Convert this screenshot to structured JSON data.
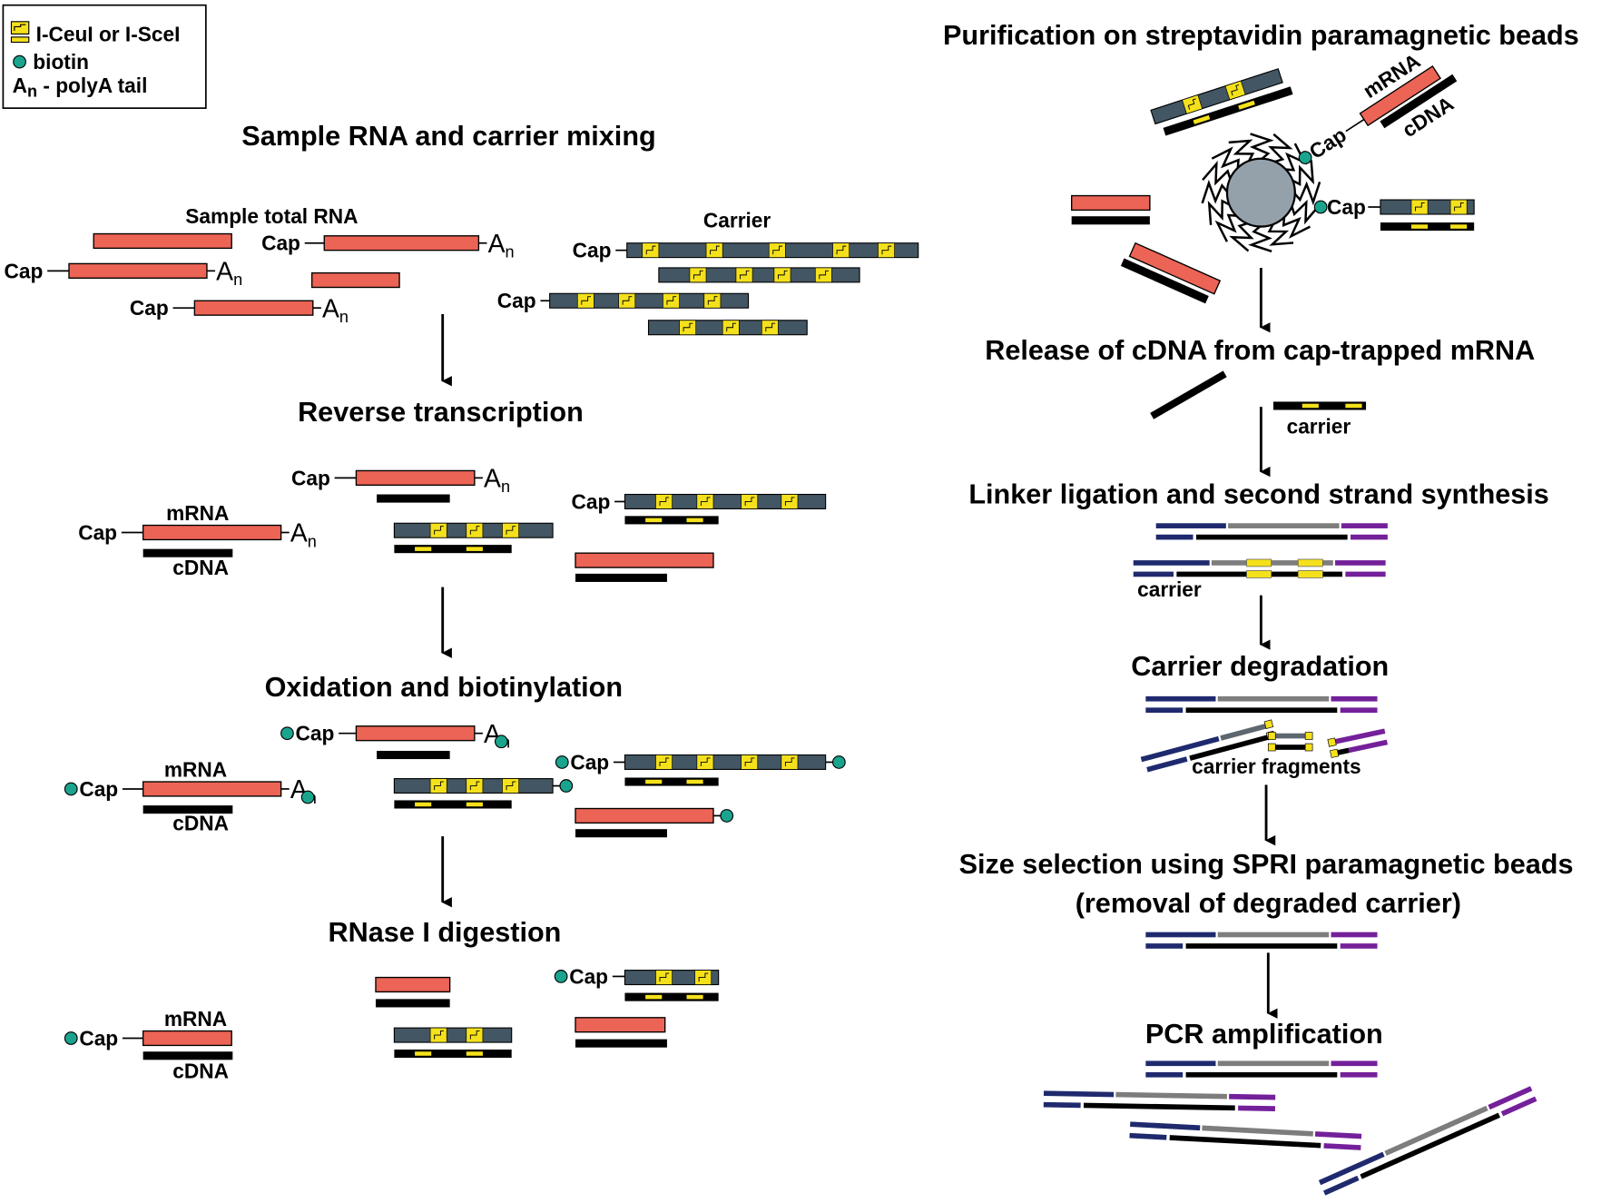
{
  "legend": {
    "enzyme": "I-CeuI or I-SceI",
    "biotin": "biotin",
    "polyA_main": "A",
    "polyA_sub": "n",
    "polyA_desc": " - polyA tail"
  },
  "colors": {
    "rna": "#ec6455",
    "dna": "#000000",
    "carrier": "#435663",
    "site": "#f5e11b",
    "biotin": "#1aa48e",
    "bead": "#95a1aa",
    "linker5": "#1f2a6e",
    "insert": "#7d7d7d",
    "linker3": "#74209a"
  },
  "labels": {
    "cap": "Cap",
    "an": "A",
    "an_sub": "n",
    "mrna": "mRNA",
    "cdna": "cDNA",
    "sample_total_rna": "Sample total RNA",
    "carrier": "Carrier",
    "carrier_small": "carrier",
    "carrier_fragments": "carrier fragments"
  },
  "steps": {
    "left": [
      "Sample RNA and carrier mixing",
      "Reverse transcription",
      "Oxidation and biotinylation",
      "RNase I digestion"
    ],
    "right": [
      "Purification on streptavidin paramagnetic beads",
      "Release of cDNA from cap-trapped mRNA",
      "Linker ligation and second strand synthesis",
      "Carrier degradation",
      "Size selection using SPRI paramagnetic beads",
      "(removal of degraded carrier)",
      "PCR amplification"
    ]
  }
}
